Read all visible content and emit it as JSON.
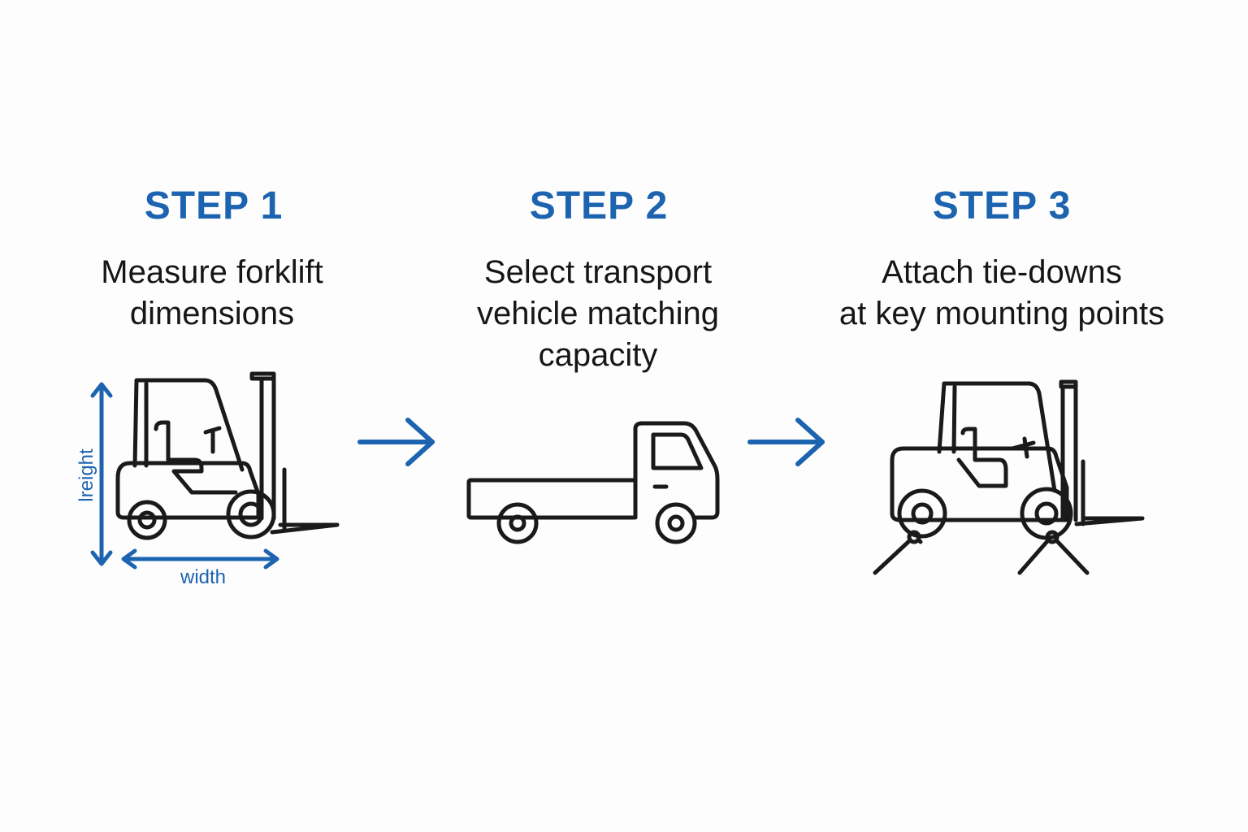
{
  "steps": [
    {
      "title": "STEP 1",
      "description_lines": [
        "Measure forklift",
        "dimensions"
      ]
    },
    {
      "title": "STEP 2",
      "description_lines": [
        "Select transport",
        "vehicle matching",
        "capacity"
      ]
    },
    {
      "title": "STEP 3",
      "description_lines": [
        "Attach tie-downs",
        "at key mounting points"
      ]
    }
  ],
  "dimension_labels": {
    "height": "lreight",
    "width": "width"
  },
  "icons": [
    "forklift-icon",
    "arrow-right-icon",
    "flatbed-truck-icon",
    "arrow-right-icon",
    "forklift-icon",
    "tie-down-strap-icon"
  ],
  "colors": {
    "accent": "#1c63b0",
    "ink": "#1a1a1a",
    "background": "#fdfdfd"
  }
}
